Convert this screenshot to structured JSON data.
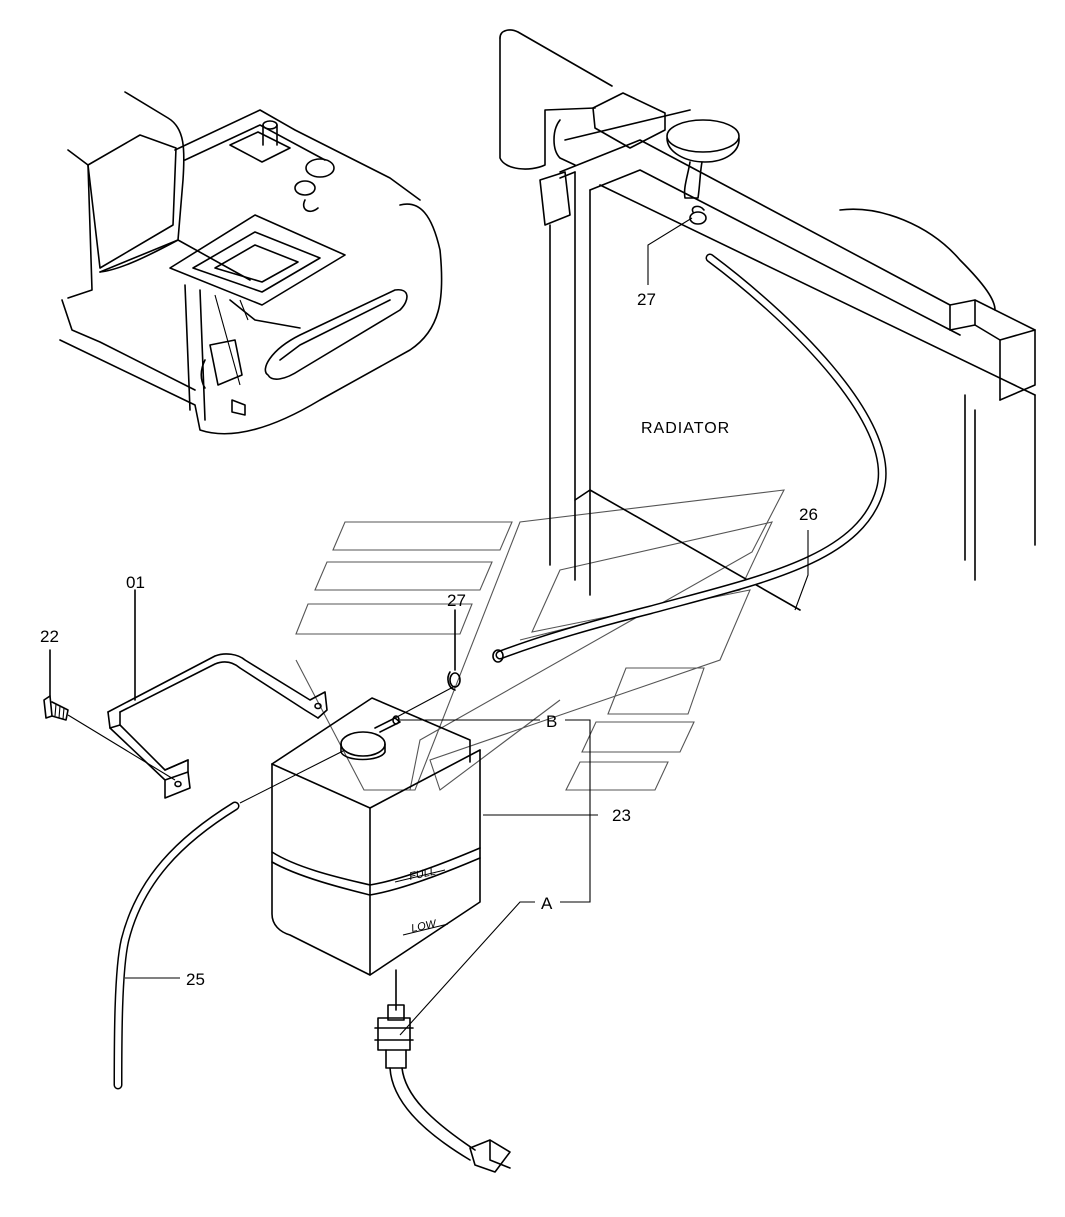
{
  "labels": {
    "radiator": "RADIATOR",
    "part_01": "01",
    "part_22": "22",
    "part_23": "23",
    "part_25": "25",
    "part_26": "26",
    "part_27_top": "27",
    "part_27_mid": "27",
    "detail_a": "A",
    "detail_b": "B",
    "tank_full": "FULL",
    "tank_low": "LOW"
  },
  "colors": {
    "line": "#000000",
    "background": "#ffffff",
    "watermark": "#555555"
  }
}
